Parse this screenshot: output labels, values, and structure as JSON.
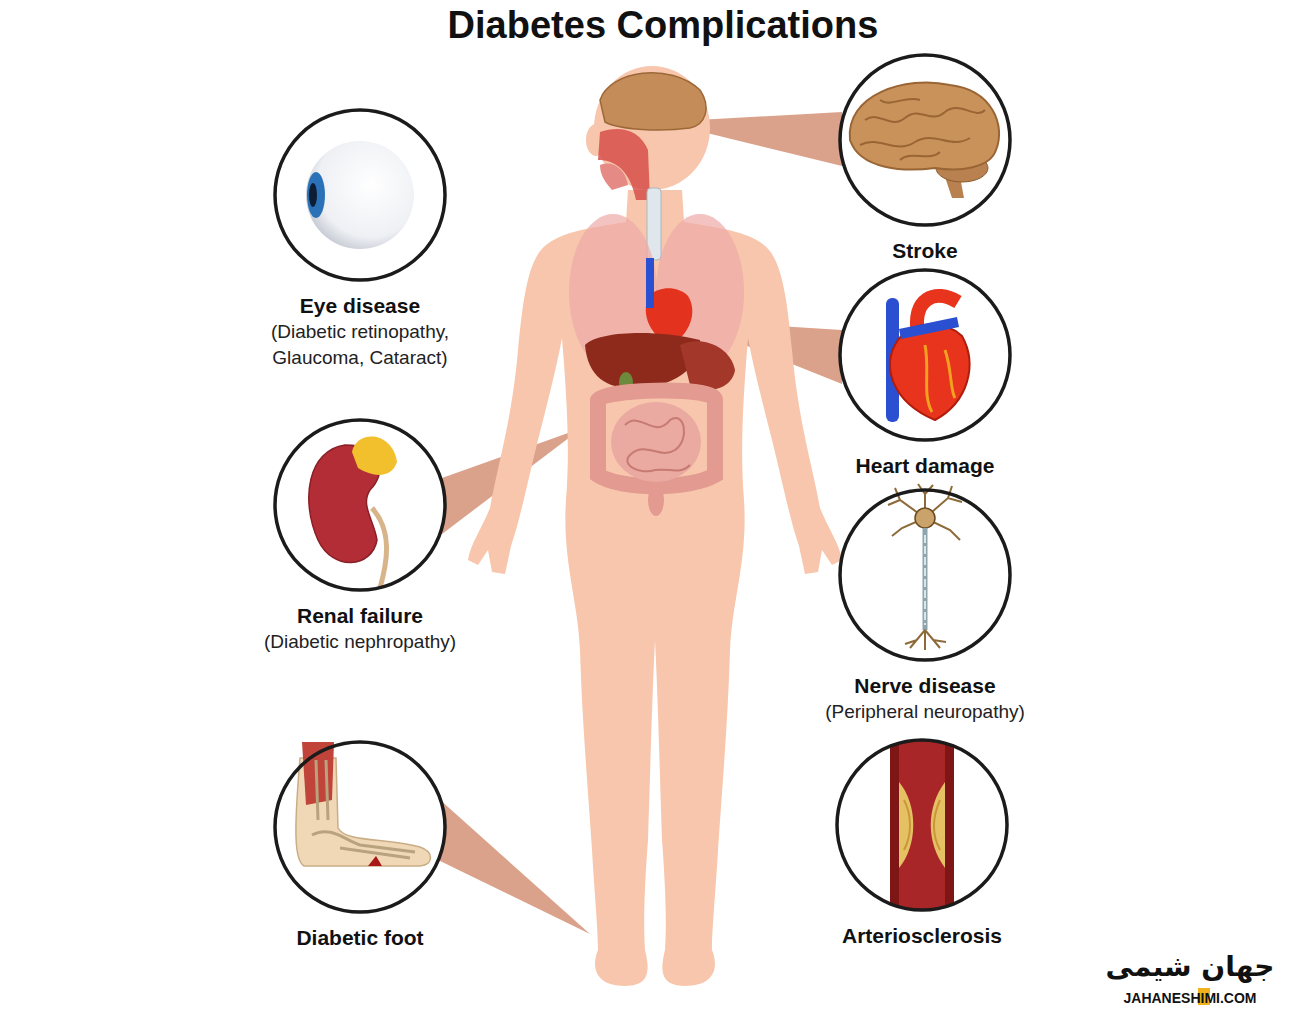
{
  "diagram": {
    "title": "Diabetes Complications",
    "nodes": [
      {
        "text": [
          "Eye disease",
          "(Diabetic retinopathy, Glaucoma, Cataract)"
        ]
      },
      {
        "text": [
          "Renal failure",
          "(Diabetic nephropathy)"
        ]
      },
      {
        "text": [
          "Diabetic foot"
        ]
      },
      {
        "text": [
          "Stroke"
        ]
      },
      {
        "text": [
          "Heart damage"
        ]
      },
      {
        "text": [
          "Nerve disease",
          "(Peripheral neuropathy)"
        ]
      },
      {
        "text": [
          "Arteriosclerosis"
        ]
      }
    ],
    "labels": [
      "جهان شیمی",
      "JAHANESHIMI.COM"
    ]
  }
}
